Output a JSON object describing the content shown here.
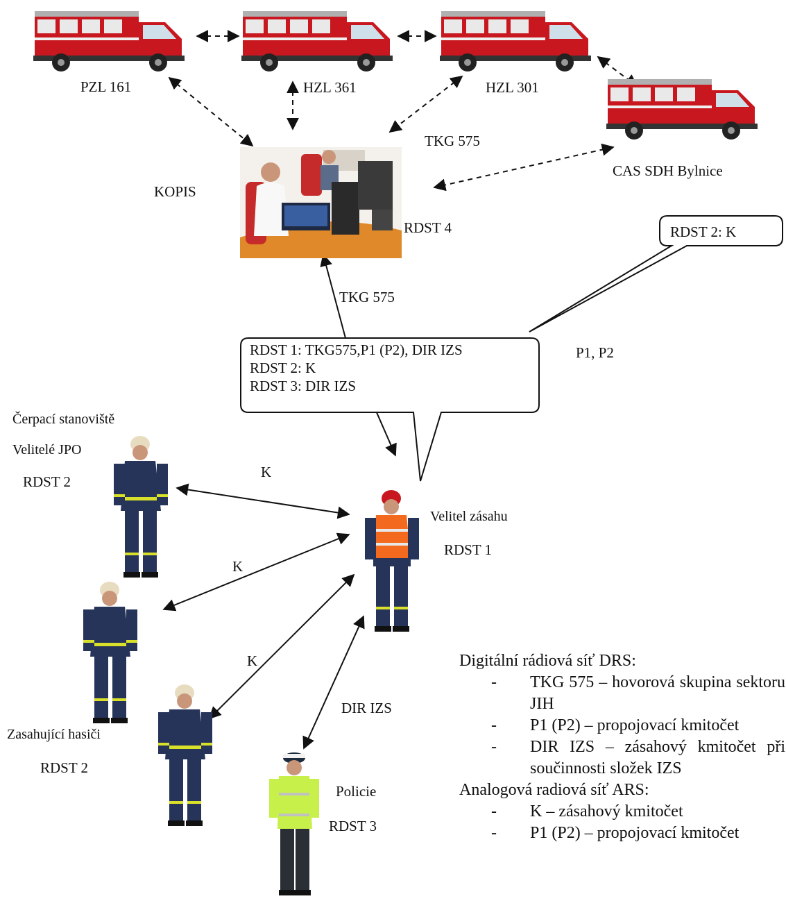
{
  "vehicles": [
    {
      "id": "pzl161",
      "label": "PZL 161"
    },
    {
      "id": "hzl361",
      "label": "HZL 361"
    },
    {
      "id": "hzl301",
      "label": "HZL 301"
    },
    {
      "id": "cas",
      "label": "CAS SDH Bylnice"
    }
  ],
  "center": {
    "name": "KOPIS",
    "radio": "RDST 4"
  },
  "links": {
    "tkg_top": "TKG 575",
    "tkg_mid": "TKG 575",
    "p1p2": "P1, P2",
    "k1": "K",
    "k2": "K",
    "k3": "K",
    "dir": "DIR IZS"
  },
  "callout_small": "RDST 2: K",
  "callout_main": [
    "RDST 1: TKG575,P1 (P2), DIR IZS",
    "RDST 2: K",
    "RDST 3: DIR IZS"
  ],
  "people": {
    "pump_station": "Čerpací stanoviště",
    "commanders": "Velitelé JPO",
    "commanders_radio": "RDST 2",
    "incident_commander": "Velitel zásahu",
    "incident_commander_radio": "RDST 1",
    "firefighters": "Zasahující hasiči",
    "firefighters_radio": "RDST 2",
    "police": "Policie",
    "police_radio": "RDST 3"
  },
  "legend": {
    "drs_title": "Digitální rádiová síť DRS:",
    "drs_items": [
      "TKG 575 – hovorová skupina sektoru JIH",
      "P1 (P2) – propojovací kmitočet",
      "DIR IZS – zásahový kmitočet při součinnosti složek IZS"
    ],
    "ars_title": "Analogová radiová síť ARS:",
    "ars_items": [
      "K – zásahový kmitočet",
      "P1 (P2) – propojovací kmitočet"
    ],
    "dash": "-"
  },
  "colors": {
    "truck_red": "#c8171e",
    "truck_white": "#e9e9e9",
    "uniform": "#27345a",
    "reflective": "#d9e02a",
    "vest_orange": "#f36a1f",
    "police_vest": "#c8f04a",
    "desk_orange": "#e0892a"
  }
}
